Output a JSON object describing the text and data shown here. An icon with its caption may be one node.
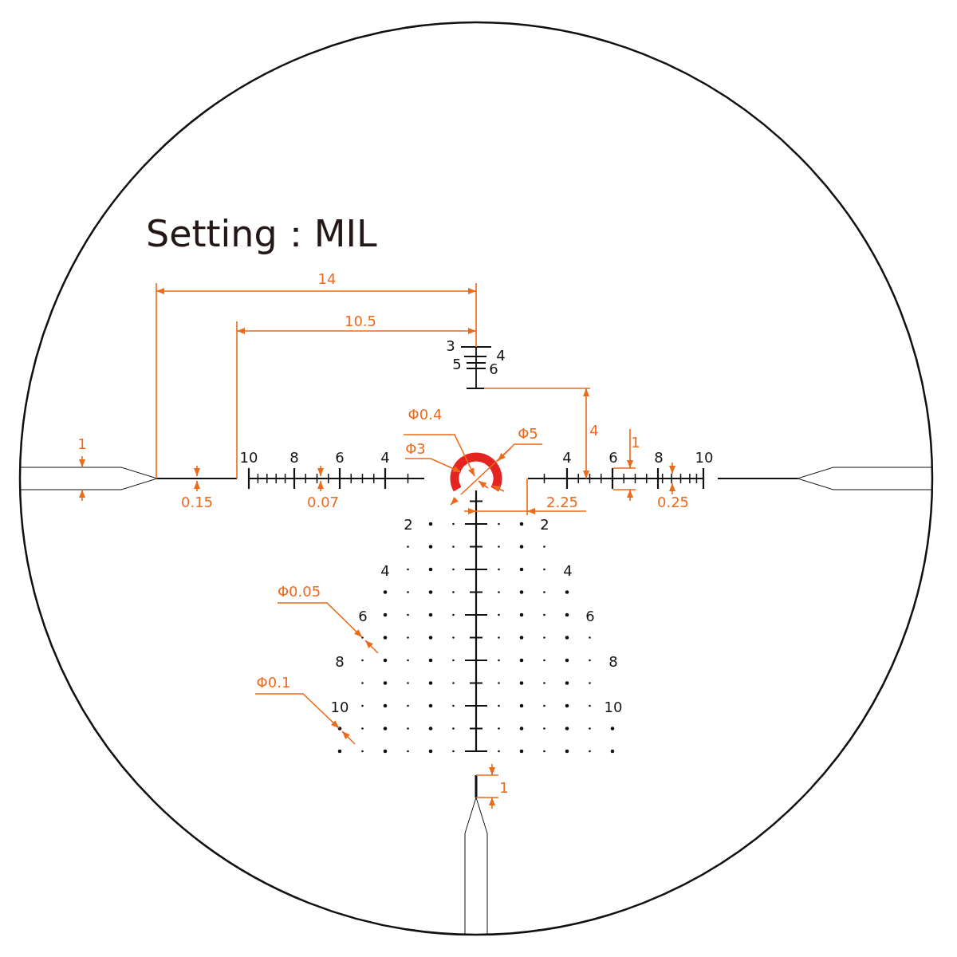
{
  "diagram": {
    "title": "Setting：MIL",
    "labels": [
      "14",
      "10.5",
      "3",
      "4",
      "5",
      "6",
      "Φ0.4",
      "1",
      "Φ3",
      "Φ5",
      "4",
      "1",
      "10",
      "8",
      "6",
      "4",
      "4",
      "6",
      "8",
      "10",
      "0.15",
      "0.07",
      "2.25",
      "0.25",
      "2",
      "2",
      "4",
      "4",
      "Φ0.05",
      "6",
      "6",
      "8",
      "8",
      "Φ0.1",
      "10",
      "10",
      "1"
    ]
  }
}
